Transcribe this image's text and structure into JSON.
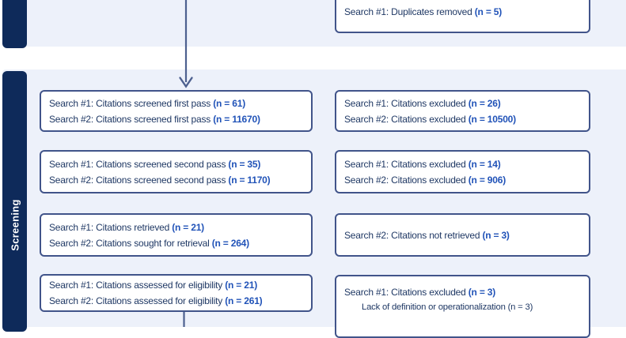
{
  "colors": {
    "band_bg": "#edf1fa",
    "stage_tab_bg": "#0e2a5a",
    "box_border": "#41548a",
    "box_bg": "#ffffff",
    "text": "#1f3864",
    "count_text": "#2153b8",
    "arrow": "#4d608f"
  },
  "top_stage": {
    "duplicates_box": {
      "lines": [
        {
          "text": "Search #1: Duplicates removed ",
          "n": "(n = 5)"
        }
      ]
    }
  },
  "screening": {
    "sidebar_label": "Screening",
    "rows": [
      {
        "left": {
          "lines": [
            {
              "text": "Search #1: Citations screened first pass ",
              "n": "(n = 61)"
            },
            {
              "text": "Search #2: Citations screened first pass ",
              "n": "(n = 11670)"
            }
          ]
        },
        "right": {
          "lines": [
            {
              "text": "Search #1: Citations excluded ",
              "n": "(n = 26)"
            },
            {
              "text": "Search #2: Citations excluded ",
              "n": "(n = 10500)"
            }
          ]
        }
      },
      {
        "left": {
          "lines": [
            {
              "text": "Search #1: Citations screened second pass ",
              "n": "(n = 35)"
            },
            {
              "text": "Search #2: Citations screened second pass ",
              "n": "(n = 1170)"
            }
          ]
        },
        "right": {
          "lines": [
            {
              "text": "Search #1: Citations excluded ",
              "n": "(n = 14)"
            },
            {
              "text": "Search #2: Citations excluded ",
              "n": "(n = 906)"
            }
          ]
        }
      },
      {
        "left": {
          "lines": [
            {
              "text": "Search #1: Citations retrieved ",
              "n": "(n = 21)"
            },
            {
              "text": "Search #2: Citations sought for retrieval ",
              "n": "(n = 264)"
            }
          ]
        },
        "right": {
          "lines": [
            {
              "text": "Search #2: Citations not retrieved ",
              "n": "(n = 3)"
            }
          ]
        }
      },
      {
        "left": {
          "lines": [
            {
              "text": "Search #1: Citations assessed for eligibility ",
              "n": "(n = 21)"
            },
            {
              "text": "Search #2: Citations assessed for eligibility ",
              "n": "(n = 261)"
            }
          ]
        },
        "right": {
          "lines": [
            {
              "text": "Search #1: Citations excluded ",
              "n": "(n = 3)"
            },
            {
              "text": "Lack of definition or operationalization (n = 3)",
              "n": ""
            }
          ]
        }
      }
    ]
  }
}
